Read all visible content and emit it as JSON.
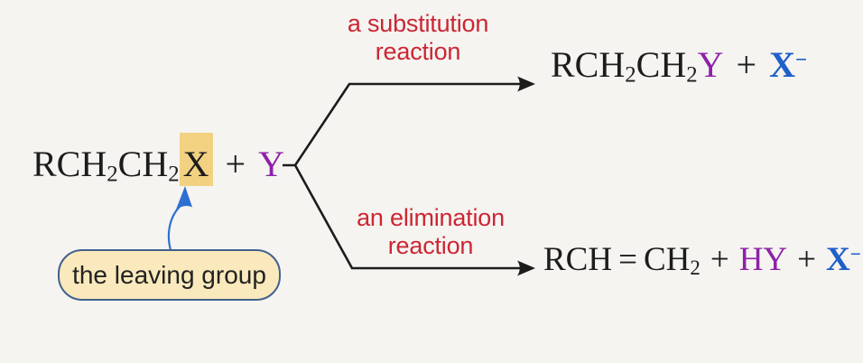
{
  "colors": {
    "background": "#f5f4f1",
    "ink": "#1c1c1c",
    "label_red": "#cc2633",
    "purple": "#8e21a8",
    "blue": "#1f5fc8",
    "highlight": "#f2d181",
    "callout_fill": "#f9e9bc",
    "callout_border": "#41608f",
    "callout_arrow_blue": "#2e6fd2"
  },
  "reactant": {
    "seg1": "RCH",
    "sub1": "2",
    "seg2": "CH",
    "sub2": "2",
    "leaving_group": "X",
    "plus": "+",
    "nucleophile": "Y"
  },
  "branch_labels": {
    "substitution": {
      "line1": "a substitution",
      "line2": "reaction"
    },
    "elimination": {
      "line1": "an elimination",
      "line2": "reaction"
    }
  },
  "products": {
    "substitution": {
      "seg1": "RCH",
      "sub1": "2",
      "seg2": "CH",
      "sub2": "2",
      "y": "Y",
      "plus": "+",
      "x": "X",
      "charge": "−"
    },
    "elimination": {
      "seg1": "RCH",
      "equals": "=",
      "seg2": "CH",
      "sub2": "2",
      "plus1": "+",
      "hy": "HY",
      "plus2": "+",
      "x": "X",
      "charge": "−"
    }
  },
  "callout": {
    "label": "the leaving group"
  }
}
